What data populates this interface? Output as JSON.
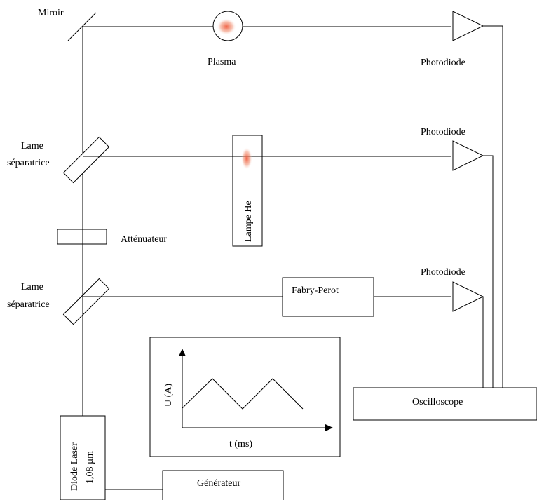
{
  "labels": {
    "mirror": "Miroir",
    "plasma": "Plasma",
    "photodiode_1": "Photodiode",
    "photodiode_2": "Photodiode",
    "photodiode_3": "Photodiode",
    "beam_splitter_1_line1": "Lame",
    "beam_splitter_1_line2": "séparatrice",
    "beam_splitter_2_line1": "Lame",
    "beam_splitter_2_line2": "séparatrice",
    "helium_lamp": "Lampe He",
    "attenuator": "Atténuateur",
    "fabry_perot": "Fabry-Perot",
    "oscilloscope": "Oscilloscope",
    "laser_diode_line1": "Diode Laser",
    "laser_diode_line2": "1,08 µm",
    "generator": "Générateur"
  },
  "inset_plot": {
    "ylabel": "U (A)",
    "xlabel": "t (ms)",
    "waveform": "triangle"
  },
  "colors": {
    "plasma_glow": "#f05a3c",
    "line": "#000000"
  }
}
